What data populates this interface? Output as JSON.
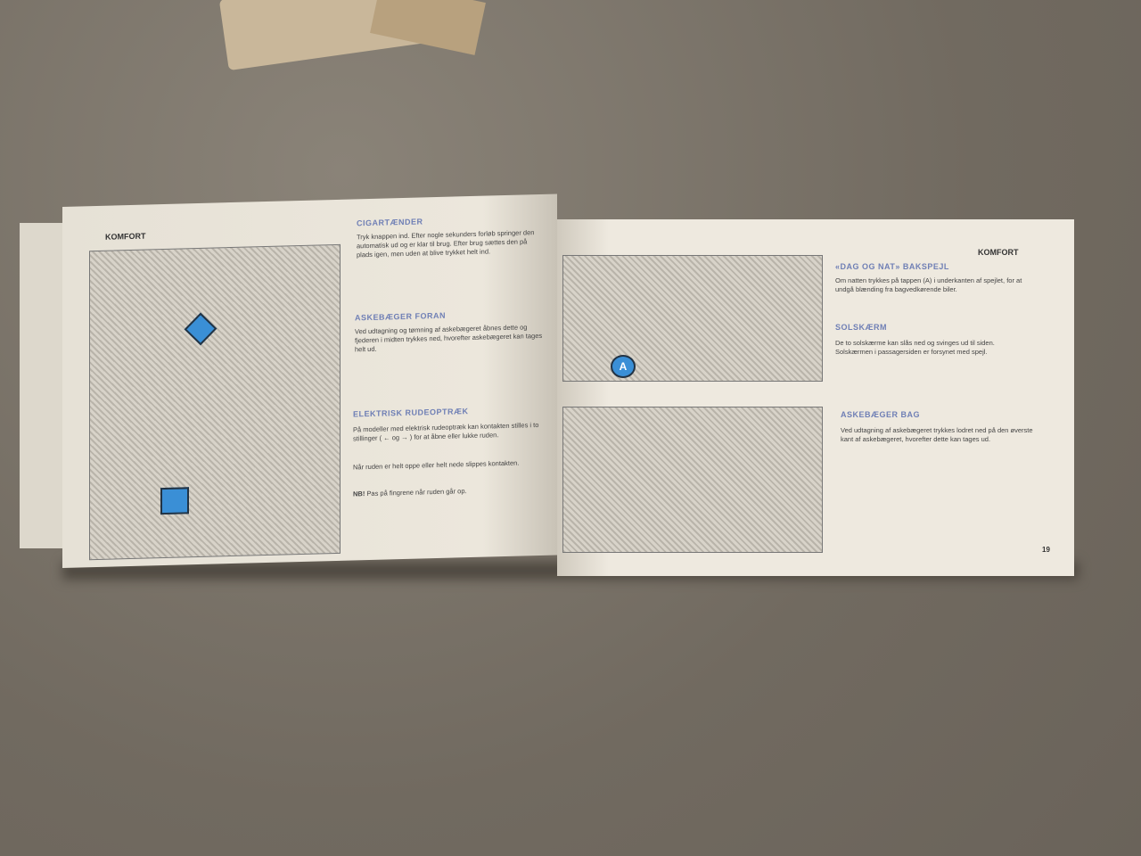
{
  "left_page": {
    "section": "KOMFORT",
    "blocks": [
      {
        "heading": "CIGARTÆNDER",
        "text": "Tryk knappen ind. Efter nogle sekunders forløb springer den automatisk ud og er klar til brug. Efter brug sættes den på plads igen, men uden at blive trykket helt ind."
      },
      {
        "heading": "ASKEBÆGER FORAN",
        "text": "Ved udtagning og tømning af askebægeret åbnes dette og fjederen i midten trykkes ned, hvorefter askebægeret kan tages helt ud."
      },
      {
        "heading": "ELEKTRISK RUDEOPTRÆK",
        "text": "På modeller med elektrisk rudeoptræk kan kontakten stilles i to stillinger ( ← og → ) for at åbne eller lukke ruden.",
        "text2": "Når ruden er helt oppe eller helt nede slippes kontakten.",
        "nb_label": "NB!",
        "nb_text": " Pas på fingrene når ruden går op."
      }
    ]
  },
  "right_page": {
    "section": "KOMFORT",
    "page_number": "19",
    "callout": "A",
    "blocks": [
      {
        "heading": "«DAG OG NAT» BAKSPEJL",
        "text": "Om natten trykkes på tappen (A) i underkanten af spejlet, for at undgå blænding fra bagvedkørende biler."
      },
      {
        "heading": "SOLSKÆRM",
        "text": "De to solskærme kan slås ned og svinges ud til siden. Solskærmen i passagersiden er forsynet med spejl."
      },
      {
        "heading": "ASKEBÆGER BAG",
        "text": "Ved udtagning af askebægeret trykkes lodret ned på den øverste kant af askebægeret, hvorefter dette kan tages ud."
      }
    ]
  },
  "colors": {
    "heading_blue": "#6f7fb5",
    "arrow_blue": "#3a8fd6",
    "carpet": "#7d766b",
    "paper": "#ebe6dc"
  }
}
